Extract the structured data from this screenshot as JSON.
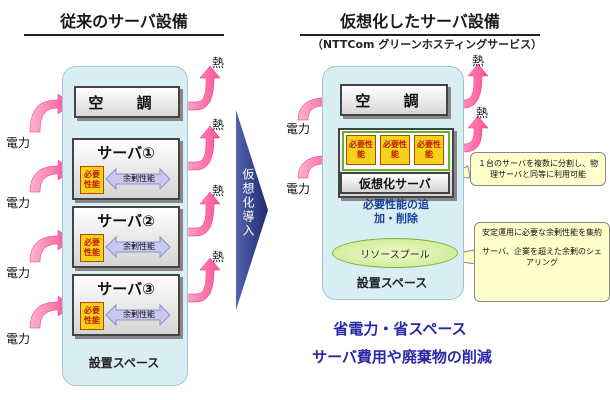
{
  "left": {
    "title": "従来のサーバ設備",
    "ac_label": "空 調",
    "servers": [
      {
        "name": "サーバ①",
        "need": "必要性能",
        "surplus": "余剰性能"
      },
      {
        "name": "サーバ②",
        "need": "必要性能",
        "surplus": "余剰性能"
      },
      {
        "name": "サーバ③",
        "need": "必要性能",
        "surplus": "余剰性能"
      }
    ],
    "install_label": "設置スペース",
    "power": "電力",
    "heat": "熱"
  },
  "arrow_text": "仮想化導入",
  "right": {
    "title": "仮想化したサーバ設備",
    "subtitle": "（NTTCom グリーンホスティングサービス）",
    "ac_label": "空 調",
    "need_label": "必要性能",
    "virt_label": "仮想化サーバ",
    "increase_label": "必要性能の追加・削除",
    "resource_pool": "リソースプール",
    "install_label": "設置スペース",
    "power": "電力",
    "heat": "熱",
    "callout1": "１台のサーバを複数に分割し、物理サーバと同等に利用可能",
    "callout2a": "安定運用に必要な余剰性能を集約",
    "callout2b": "サーバ、企業を超えた余剰のシェアリング",
    "benefit1": "省電力・省スペース",
    "benefit2": "サーバ費用や廃棄物の削減"
  },
  "colors": {
    "pink_arrow": "#ff5fa0",
    "blue_arrow": "#2b3a86",
    "purple_arrow": "#c8c8f0",
    "green_arrow": "#7dbf2a",
    "installation_bg": "#d8eef3",
    "need_yellow": "#f7d21a"
  }
}
